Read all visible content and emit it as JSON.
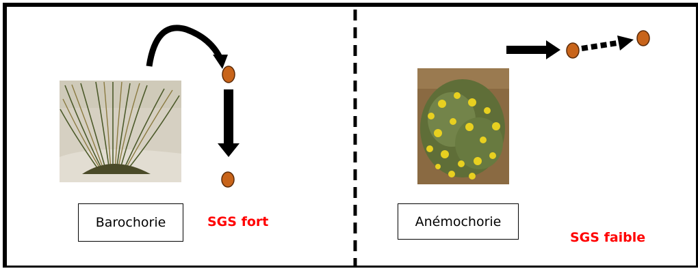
{
  "colors": {
    "frame": "#000000",
    "seed": "#c8641a",
    "seed_stroke": "#5a2a08",
    "sgs_text": "#ff0000",
    "grass_sand": "#d8d2c4",
    "grass_dark": "#5c5a30",
    "shrub_bg": "#8a6a42",
    "shrub_leaf": "#6b7a40",
    "shrub_flower": "#e8d020"
  },
  "left_panel": {
    "image_icon": "grass-tuft-photo",
    "dispersal_label": "Barochorie",
    "sgs_label": "SGS fort"
  },
  "right_panel": {
    "image_icon": "yellow-flowering-shrub-photo",
    "dispersal_label": "Anémochorie",
    "sgs_label": "SGS faible"
  }
}
